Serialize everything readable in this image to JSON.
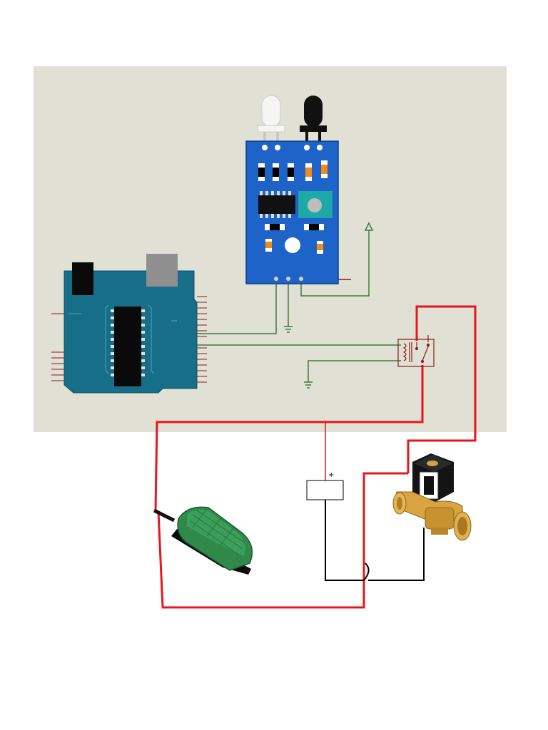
{
  "colors": {
    "page_background": "#ffffff",
    "schematic_area": "#e0e0d4",
    "sensor_board": "#1d63c8",
    "controller_board": "#176e88",
    "signal_wire": "#3e7a3e",
    "power_wire": "#e8161c",
    "return_wire": "#000000",
    "relay": "#8b1a1a",
    "valve_brass": "#d9a441",
    "pedal": "#2f8a4a"
  },
  "components": [
    {
      "id": "ir_sensor_module",
      "icon": "ir-sensor-module-icon"
    },
    {
      "id": "controller_board",
      "icon": "microcontroller-board-icon"
    },
    {
      "id": "relay",
      "icon": "relay-icon"
    },
    {
      "id": "ground_symbol_sensor",
      "icon": "ground-icon"
    },
    {
      "id": "ground_symbol_relay",
      "icon": "ground-icon"
    },
    {
      "id": "power_terminal",
      "icon": "power-terminal-icon"
    },
    {
      "id": "battery",
      "icon": "battery-icon"
    },
    {
      "id": "foot_pedal",
      "icon": "foot-pedal-icon"
    },
    {
      "id": "solenoid_valve",
      "icon": "solenoid-valve-icon"
    }
  ],
  "labels": {
    "battery_positive": "+"
  }
}
